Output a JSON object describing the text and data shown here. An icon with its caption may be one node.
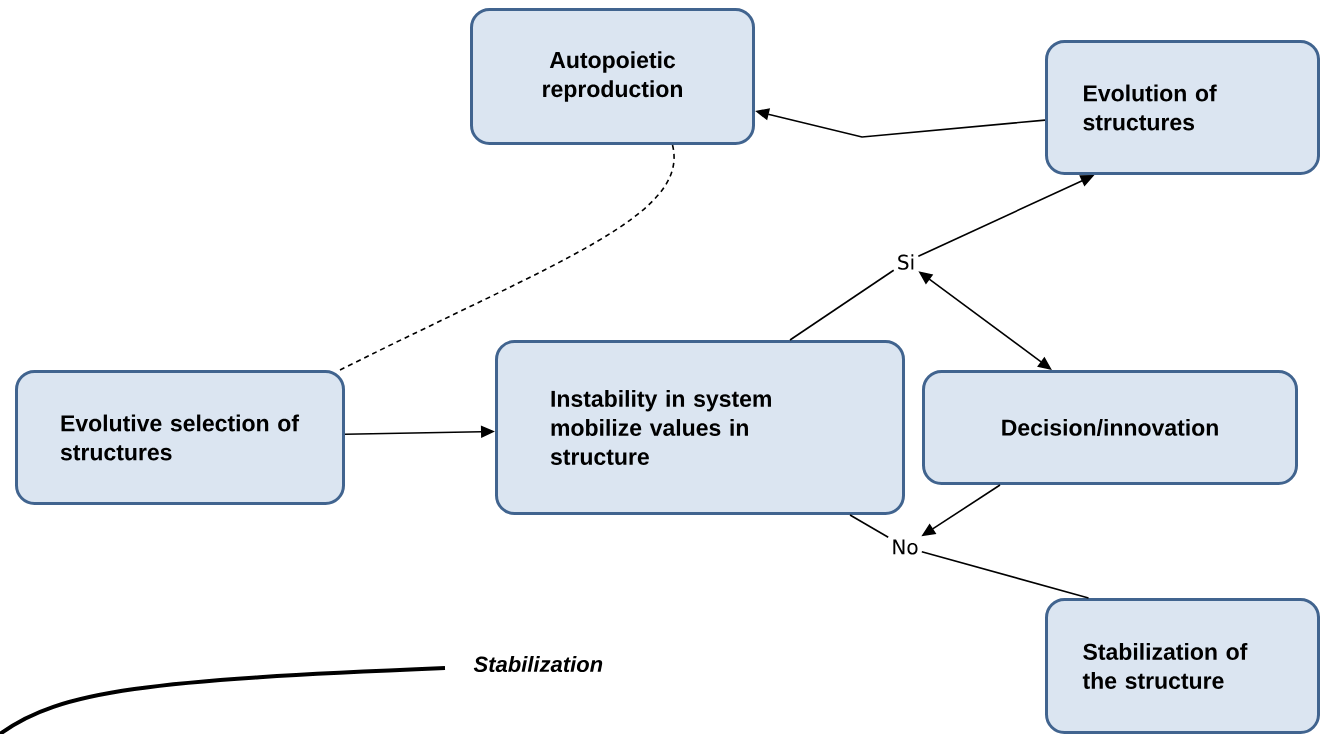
{
  "diagram": {
    "nodes": [
      {
        "text": [
          "Autopoietic reproduction"
        ]
      },
      {
        "text": [
          "Evolution of structures"
        ]
      },
      {
        "text": [
          "Evolutive selection of structures"
        ]
      },
      {
        "text": [
          "Instability in system mobilize values in structure"
        ]
      },
      {
        "text": [
          "Decision/innovation"
        ]
      },
      {
        "text": [
          "Stabilization of the structure"
        ]
      },
      {
        "text": [
          "Si"
        ]
      },
      {
        "text": [
          "No"
        ]
      }
    ],
    "edges": [
      {
        "from": 1,
        "to": 0,
        "arrow": "to"
      },
      {
        "from": 0,
        "to": 2,
        "arrow": "none",
        "style": "dashed"
      },
      {
        "from": 2,
        "to": 3,
        "arrow": "to"
      },
      {
        "from": 3,
        "to": 6,
        "arrow": "none"
      },
      {
        "from": 6,
        "to": 1,
        "arrow": "to"
      },
      {
        "from": 6,
        "to": 4,
        "arrow": "both"
      },
      {
        "from": 3,
        "to": 7,
        "arrow": "none"
      },
      {
        "from": 4,
        "to": 7,
        "arrow": "to"
      },
      {
        "from": 7,
        "to": 5,
        "arrow": "none"
      }
    ],
    "labels": [
      "Stabilization"
    ]
  }
}
